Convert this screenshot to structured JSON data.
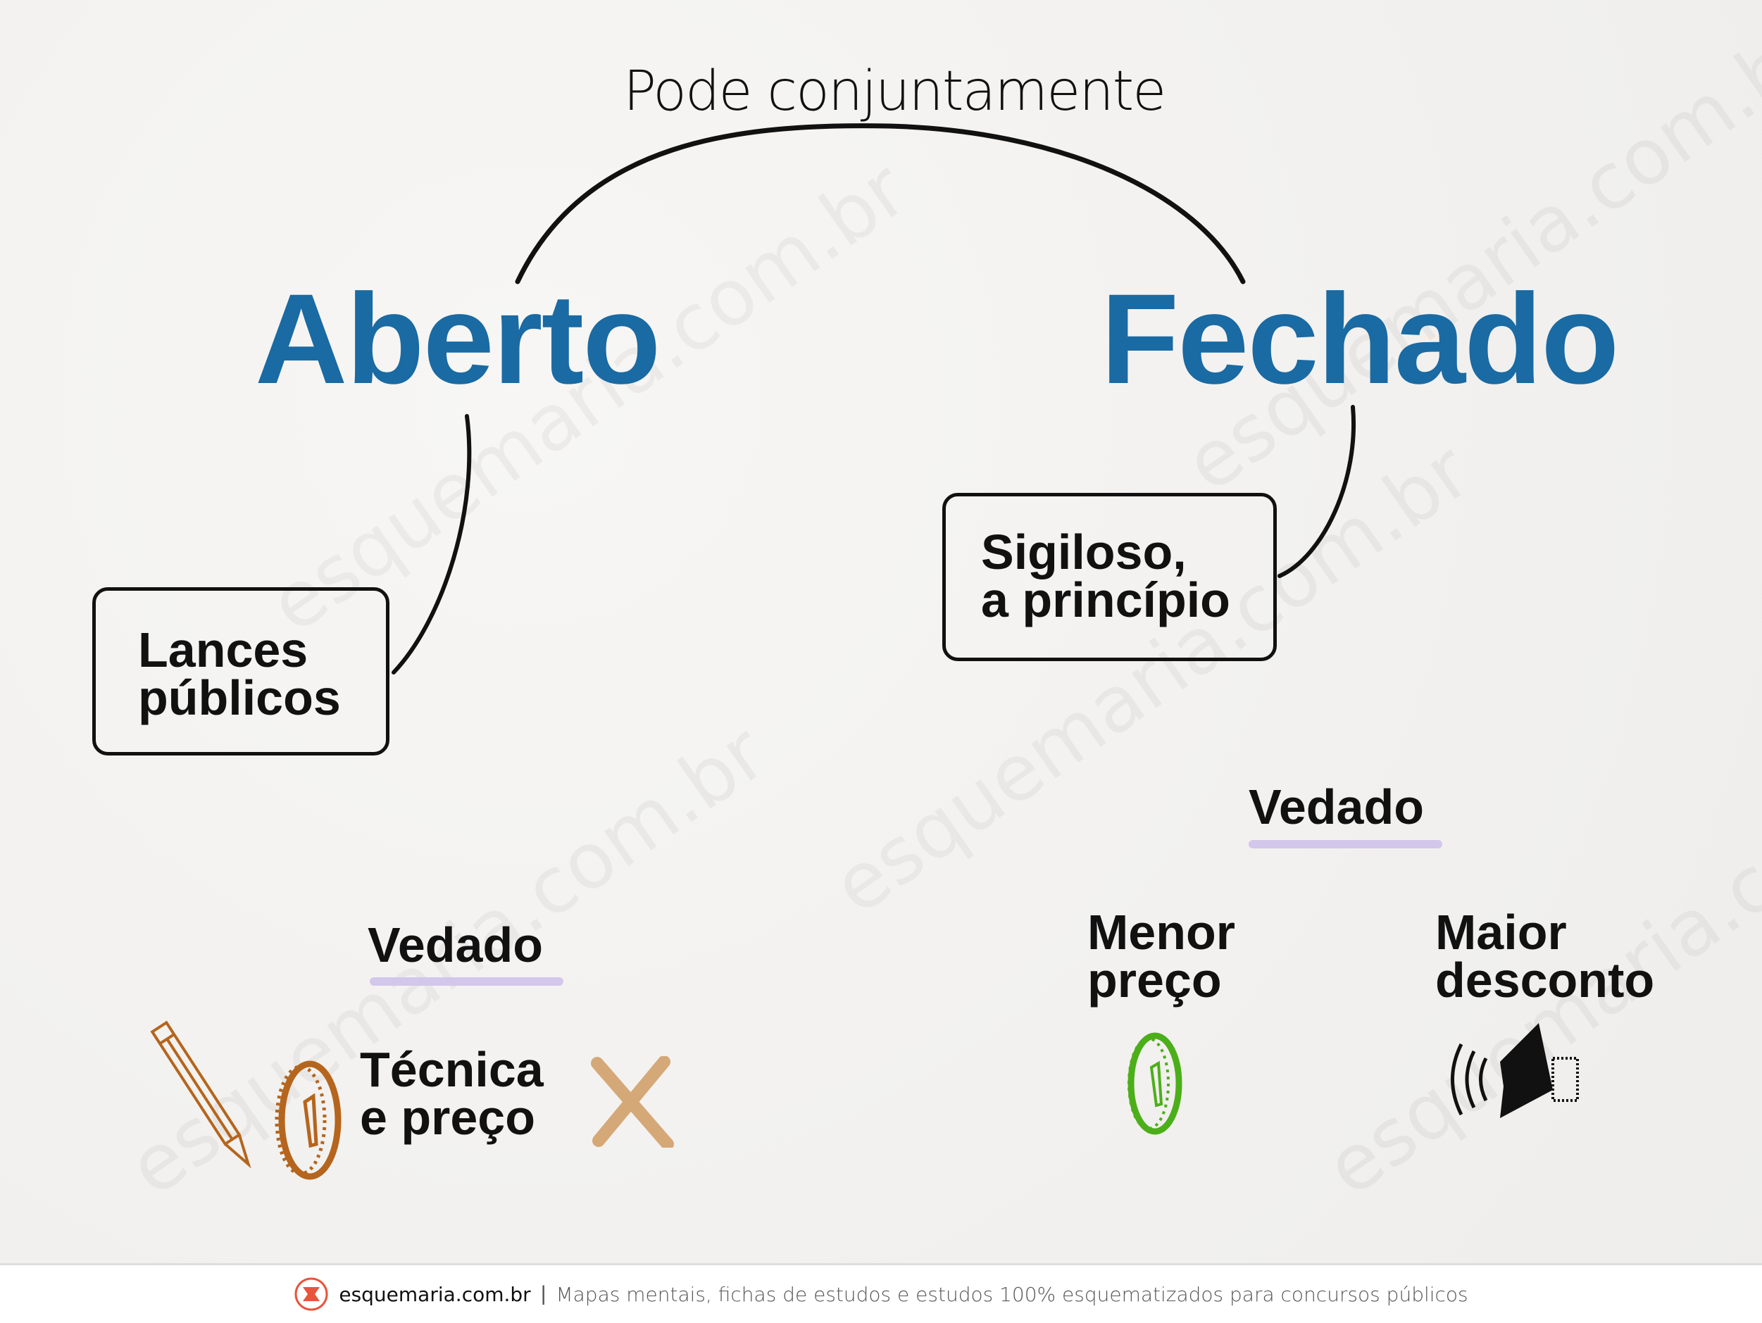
{
  "top_label": "Pode conjuntamente",
  "left": {
    "title": "Aberto",
    "box_line1": "Lances",
    "box_line2": "públicos",
    "restriction_label": "Vedado",
    "restricted_item_line1": "Técnica",
    "restricted_item_line2": "e preço"
  },
  "right": {
    "title": "Fechado",
    "box_line1": "Sigiloso,",
    "box_line2": "a princípio",
    "restriction_label": "Vedado",
    "restricted_items": [
      {
        "line1": "Menor",
        "line2": "preço"
      },
      {
        "line1": "Maior",
        "line2": "desconto"
      }
    ]
  },
  "footer": {
    "brand": "esquemaria.com.br",
    "separator": "|",
    "tagline": "Mapas mentais, fichas de estudos e estudos 100% esquematizados para concursos públicos"
  },
  "watermark": "esquemaria.com.br",
  "colors": {
    "title_blue": "#1a6aa3",
    "orange": "#b5651d",
    "green": "#4caf1a",
    "purple": "#cfc2ea",
    "brand_red": "#e8543c"
  }
}
